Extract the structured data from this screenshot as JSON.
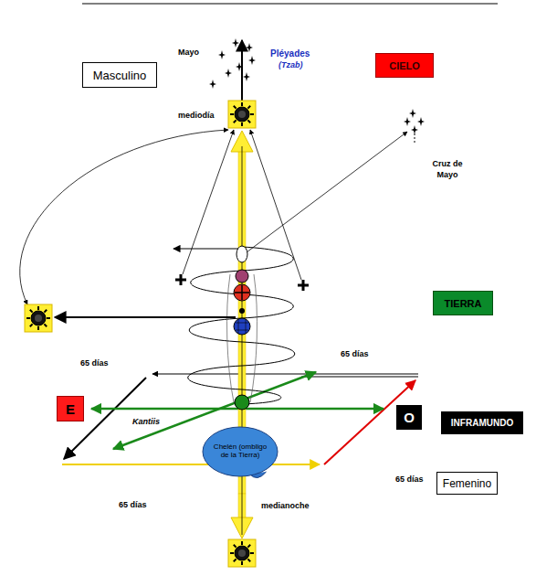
{
  "diagram": {
    "nodes": [
      {
        "text": [
          "Masculino"
        ]
      },
      {
        "text": [
          "CIELO"
        ]
      },
      {
        "text": [
          "TIERRA"
        ]
      },
      {
        "text": [
          "E"
        ]
      },
      {
        "text": [
          "O"
        ]
      },
      {
        "text": [
          "INFRAMUNDO"
        ]
      },
      {
        "text": [
          "Chelén (ombligo de la Tierra)"
        ]
      },
      {
        "text": [
          "Femenino"
        ]
      }
    ],
    "labels": [
      "Mayo",
      "Pléyades",
      "(Tzab)",
      "mediodía",
      "Cruz de Mayo",
      "65 días",
      "65 días",
      "Kantiis",
      "65 días",
      "65 días",
      "medianoche"
    ]
  }
}
